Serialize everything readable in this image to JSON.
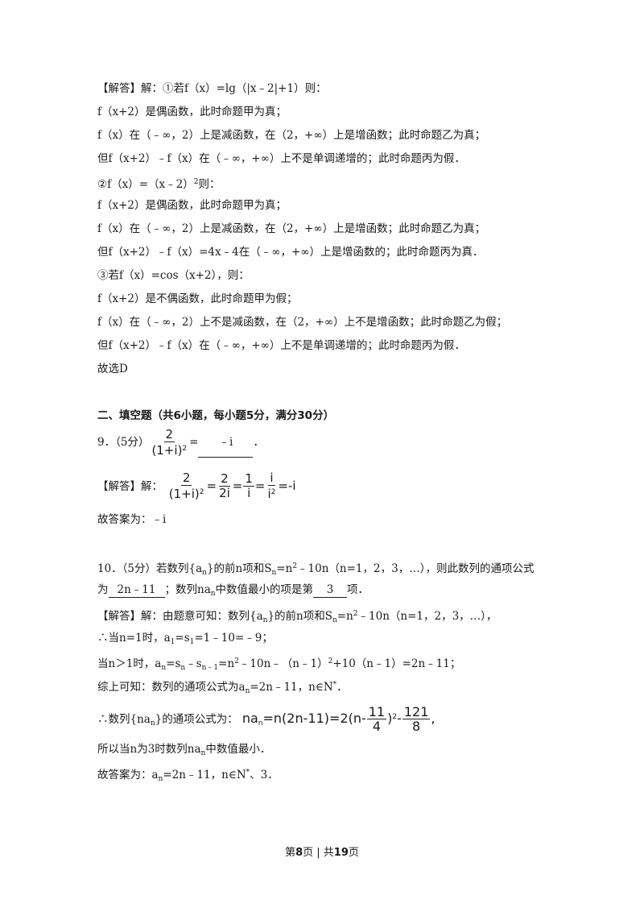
{
  "solution_prev": {
    "l1": "【解答】解：①若f（x）=lg（|x﹣2|+1）则：",
    "l2": "f（x+2）是偶函数，此时命题甲为真；",
    "l3": "f（x）在（﹣∞，2）上是减函数，在（2，+∞）上是增函数；此时命题乙为真；",
    "l4": "但f（x+2）﹣f（x）在（﹣∞，+∞）上不是单调递增的；此时命题丙为假．",
    "l5": "②f（x）=（x﹣2）",
    "l5_sup": "2",
    "l5_tail": "则：",
    "l6": "f（x+2）是偶函数，此时命题甲为真；",
    "l7": "f（x）在（﹣∞，2）上是减函数，在（2，+∞）上是增函数；此时命题乙为真；",
    "l8": "但f（x+2）﹣f（x）=4x﹣4在（﹣∞，+∞）上是增函数的；此时命题丙为真．",
    "l9": "③若f（x）=cos（x+2），则：",
    "l10": "f（x+2）是不偶函数，此时命题甲为假；",
    "l11": "f（x）在（﹣∞，2）上不是减函数，在（2，+∞）上不是增函数；此时命题乙为假；",
    "l12": "但f（x+2）﹣f（x）在（﹣∞，+∞）上不是单调递增的；此时命题丙为假．",
    "l13": "故选D"
  },
  "section_title": "二、填空题（共6小题，每小题5分，满分30分）",
  "q9": {
    "prefix": "9．（5分）",
    "frac_num": "2",
    "frac_den": "(1+i)",
    "frac_den_sup": "2",
    "eq": "=",
    "answer": "﹣i",
    "period": "．",
    "sol_prefix": "【解答】解：",
    "s_num1": "2",
    "s_den1": "(1+i)",
    "s_den1_sup": "2",
    "s_eq1": "=",
    "s_num2": "2",
    "s_den2": "2i",
    "s_eq2": "=",
    "s_num3": "1",
    "s_den3": "i",
    "s_eq3": "=",
    "s_num4": "i",
    "s_den4": "i",
    "s_den4_sup": "2",
    "s_tail": "=-i",
    "final": "故答案为：﹣i"
  },
  "q10": {
    "l1_a": "10．（5分）若数列{a",
    "l1_sub_n": "n",
    "l1_b": "}的前n项和S",
    "l1_sub_n2": "n",
    "l1_c": "=n",
    "l1_sup2": "2",
    "l1_d": "﹣10n（n=1，2，3，…），则此数列的通项公式",
    "l2_a": "为",
    "l2_ans1": "2n﹣11",
    "l2_b": "；数列na",
    "l2_sub": "n",
    "l2_c": "中数值最小的项是第",
    "l2_ans2": "3",
    "l2_d": "项．",
    "s1_a": "【解答】解：由题意可知：数列{a",
    "s1_sub": "n",
    "s1_b": "}的前n项和S",
    "s1_sub2": "n",
    "s1_c": "=n",
    "s1_sup": "2",
    "s1_d": "﹣10n（n=1，2，3，…），",
    "s2_a": "∴当n=1时，a",
    "s2_sub1": "1",
    "s2_b": "=s",
    "s2_sub2": "1",
    "s2_c": "=1﹣10=﹣9；",
    "s3_a": "当n＞1时，a",
    "s3_sub1": "n",
    "s3_b": "=s",
    "s3_sub2": "n",
    "s3_c": "﹣s",
    "s3_sub3": "n﹣1",
    "s3_d": "=n",
    "s3_sup": "2",
    "s3_e": "﹣10n﹣（n﹣1）",
    "s3_sup2": "2",
    "s3_f": "+10（n﹣1）=2n﹣11；",
    "s4_a": "综上可知：数列的通项公式为a",
    "s4_sub": "n",
    "s4_b": "=2n﹣11，n∈N",
    "s4_sup": "*",
    "s4_c": "．",
    "s5_a": "∴数列{na",
    "s5_sub": "n",
    "s5_b": "}的通项公式为：",
    "s5_m1": "na",
    "s5_m1_sub": "n",
    "s5_m2": "=n(2n-11)=2(n-",
    "s5_fn": "11",
    "s5_fd": "4",
    "s5_m3": ")",
    "s5_m3_sup": "2",
    "s5_m4": "-",
    "s5_fn2": "121",
    "s5_fd2": "8",
    "s5_m5": ",",
    "s6_a": "所以当n为3时数列na",
    "s6_sub": "n",
    "s6_b": "中数值最小．",
    "s7_a": "故答案为：a",
    "s7_sub": "n",
    "s7_b": "=2n﹣11，n∈N",
    "s7_sup": "*",
    "s7_c": "、3．"
  },
  "footer": {
    "pre": "第",
    "page": "8",
    "mid": "页  | 共",
    "total": "19",
    "post": "页"
  }
}
